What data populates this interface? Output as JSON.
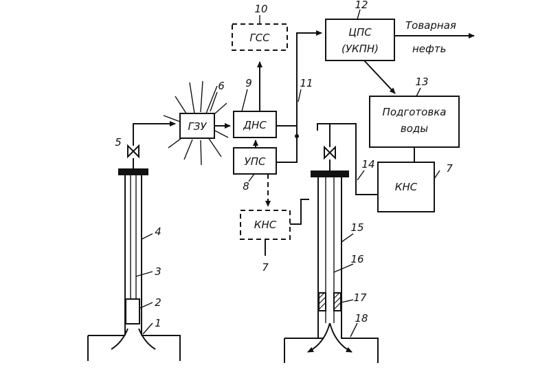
{
  "blocks": {
    "gzu": "ГЗУ",
    "dns": "ДНС",
    "ups": "УПС",
    "gss": "ГСС",
    "tsps_line1": "ЦПС",
    "tsps_line2": "(УКПН)",
    "water_line1": "Подготовка",
    "water_line2": "воды",
    "kns_right": "КНС",
    "kns_dashed": "КНС"
  },
  "output": {
    "line1": "Товарная",
    "line2": "нефть"
  },
  "numbers": {
    "n1": "1",
    "n2": "2",
    "n3": "3",
    "n4": "4",
    "n5": "5",
    "n6": "6",
    "n7a": "7",
    "n7b": "7",
    "n8": "8",
    "n9": "9",
    "n10": "10",
    "n11": "11",
    "n12": "12",
    "n13": "13",
    "n14": "14",
    "n15": "15",
    "n16": "16",
    "n17": "17",
    "n18": "18"
  }
}
